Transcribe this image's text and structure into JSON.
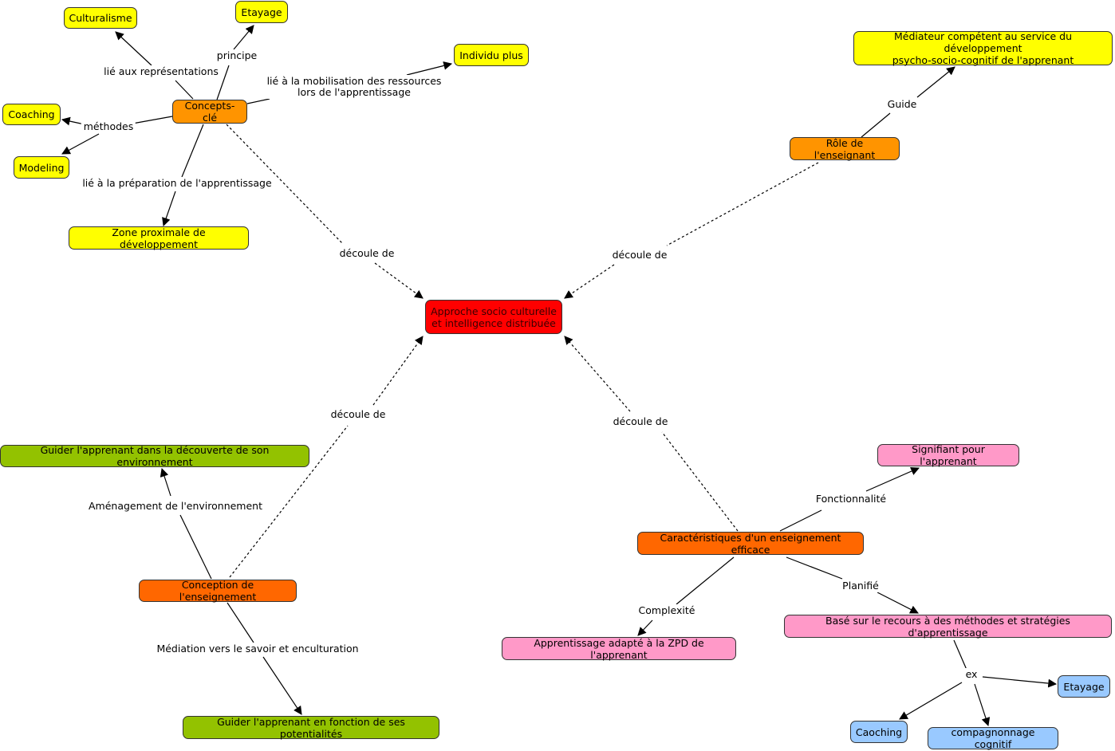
{
  "concept_map": {
    "center": "Approche socio culturelle\net intelligence distribuée",
    "concepts_cle": {
      "title": "Concepts-clé",
      "culturalisme": "Culturalisme",
      "etayage": "Etayage",
      "individu_plus": "Individu plus",
      "coaching": "Coaching",
      "modeling": "Modeling",
      "zpd": "Zone proximale de développement"
    },
    "role": {
      "title": "Rôle de l'enseignant",
      "mediateur": "Médiateur compétent au service du développement\npsycho-socio-cognitif de l'apprenant"
    },
    "conception": {
      "title": "Conception de l'enseignement",
      "guider_env": "Guider l'apprenant dans la découverte de son environnement",
      "guider_pot": "Guider l'apprenant en fonction de ses potentialités"
    },
    "caracteristiques": {
      "title": "Caractéristiques d'un enseignement efficace",
      "signifiant": "Signifiant pour l'apprenant",
      "apprentissage_zpd": "Apprentissage adapté à la ZPD de l'apprenant",
      "base_sur": "Basé sur le recours à des méthodes et stratégies d'apprentissage",
      "ex_etayage": "Etayage",
      "ex_caoching": "Caoching",
      "ex_compagnonnage": "compagnonnage cognitif"
    },
    "links": {
      "lie_representations": "lié aux représentations",
      "principe": "principe",
      "lie_mobilisation": "lié à la mobilisation des ressources\nlors de l'apprentissage",
      "methodes": "méthodes",
      "lie_preparation": "lié à la préparation de l'apprentissage",
      "decoule_1": "découle de",
      "decoule_2": "découle de",
      "decoule_3": "découle de",
      "decoule_4": "découle de",
      "guide": "Guide",
      "amenagement": "Aménagement de l'environnement",
      "mediation": "Médiation vers le savoir et enculturation",
      "fonctionnalite": "Fonctionnalité",
      "complexite": "Complexité",
      "planifie": "Planifié",
      "ex": "ex"
    },
    "colors": {
      "yellow": "#ffff00",
      "orange": "#ff9400",
      "dark_orange": "#ff6700",
      "red": "#ff0000",
      "green": "#93c200",
      "pink": "#ff99c8",
      "blue": "#99c9ff"
    }
  }
}
